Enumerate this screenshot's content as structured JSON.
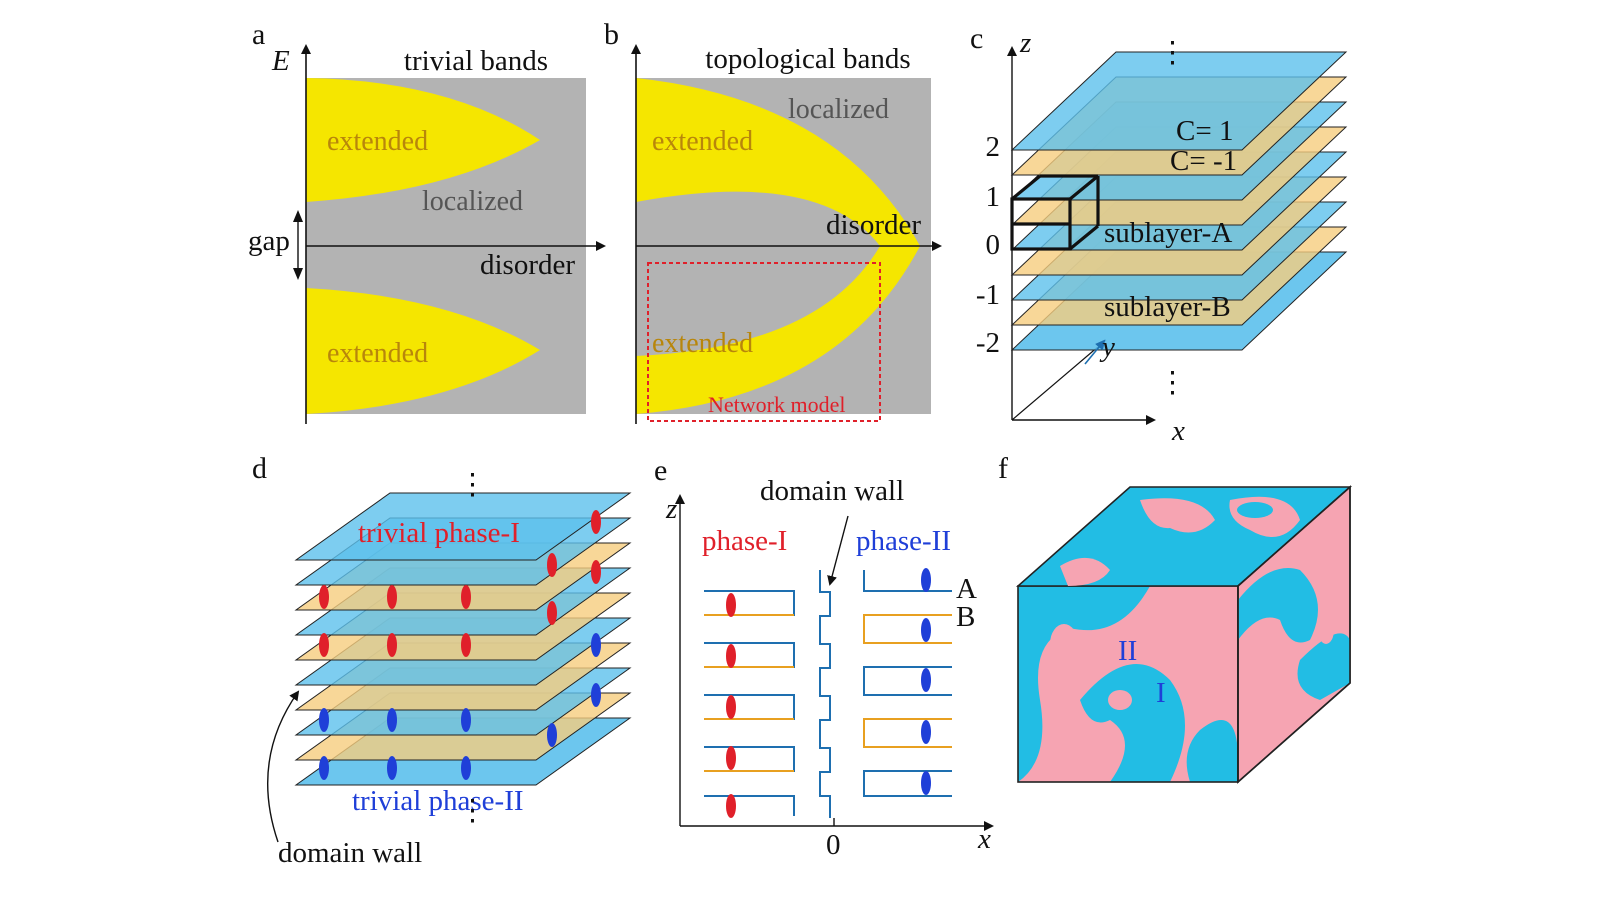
{
  "panels": {
    "a": {
      "letter": "a",
      "title": "trivial bands",
      "axis_y": "E",
      "axis_x": "disorder",
      "gap": "gap",
      "extended_top": "extended",
      "extended_bottom": "extended",
      "localized": "localized"
    },
    "b": {
      "letter": "b",
      "title": "topological bands",
      "axis_x": "disorder",
      "localized": "localized",
      "extended_top": "extended",
      "extended_bottom": "extended",
      "network": "Network model"
    },
    "c": {
      "letter": "c",
      "axis_z": "z",
      "axis_x": "x",
      "axis_y": "y",
      "ticks": [
        "2",
        "1",
        "0",
        "-1",
        "-2"
      ],
      "c_plus": "C= 1",
      "c_minus": "C= -1",
      "sublayer_a": "sublayer-A",
      "sublayer_b": "sublayer-B",
      "dots_top": "⋮",
      "dots_bottom": "⋮"
    },
    "d": {
      "letter": "d",
      "phase_top": "trivial phase-I",
      "phase_bottom": "trivial phase-II",
      "domain_wall": "domain wall",
      "dots_top": "⋮",
      "dots_bottom": "⋮"
    },
    "e": {
      "letter": "e",
      "domain_wall": "domain wall",
      "phase_one": "phase-I",
      "phase_two": "phase-II",
      "label_a": "A",
      "label_b": "B",
      "axis_z": "z",
      "axis_x": "x",
      "origin": "0"
    },
    "f": {
      "letter": "f",
      "label_two": "II",
      "label_one": "I"
    }
  },
  "colors": {
    "gray": "#b3b3b3",
    "yellow": "#f5e600",
    "blue_layer": "#5cc0ec",
    "orange_layer": "#f6cd7e",
    "pink": "#f6a4b2",
    "cyan": "#22bde4",
    "red": "#e0202a",
    "dark_blue": "#1f3fd8"
  }
}
